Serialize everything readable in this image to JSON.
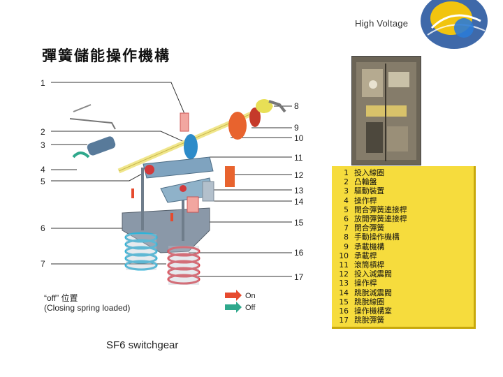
{
  "header": {
    "high_voltage": "High Voltage"
  },
  "title": "彈簧儲能操作機構",
  "diagram": {
    "left_numbers": [
      "1",
      "2",
      "3",
      "4",
      "5",
      "6",
      "7"
    ],
    "right_numbers": [
      "8",
      "9",
      "10",
      "11",
      "12",
      "13",
      "14",
      "15",
      "16",
      "17"
    ],
    "state_line1": "“off” 位置",
    "state_line2": "(Closing spring loaded)",
    "key_on": "On",
    "key_off": "Off",
    "colors": {
      "on_arrow": "#e64a2e",
      "off_arrow": "#2fa88c",
      "panel_yellow": "#f6dc3d"
    }
  },
  "legend": [
    {
      "n": "1",
      "text": "投入線圈"
    },
    {
      "n": "2",
      "text": "凸輪盤"
    },
    {
      "n": "3",
      "text": "驅動裝置"
    },
    {
      "n": "4",
      "text": "操作桿"
    },
    {
      "n": "5",
      "text": "閉合彈簧連接桿"
    },
    {
      "n": "6",
      "text": "放開彈簧連接桿"
    },
    {
      "n": "7",
      "text": "閉合彈簧"
    },
    {
      "n": "8",
      "text": "手動操作機構"
    },
    {
      "n": "9",
      "text": "承載機構"
    },
    {
      "n": "10",
      "text": "承載桿"
    },
    {
      "n": "11",
      "text": "滾筒槓桿"
    },
    {
      "n": "12",
      "text": "投入減震閥"
    },
    {
      "n": "13",
      "text": "操作桿"
    },
    {
      "n": "14",
      "text": "跳脫減震閥"
    },
    {
      "n": "15",
      "text": "跳脫線圈"
    },
    {
      "n": "16",
      "text": "操作機構室"
    },
    {
      "n": "17",
      "text": "跳脫彈簧"
    }
  ],
  "caption": "SF6 switchgear"
}
